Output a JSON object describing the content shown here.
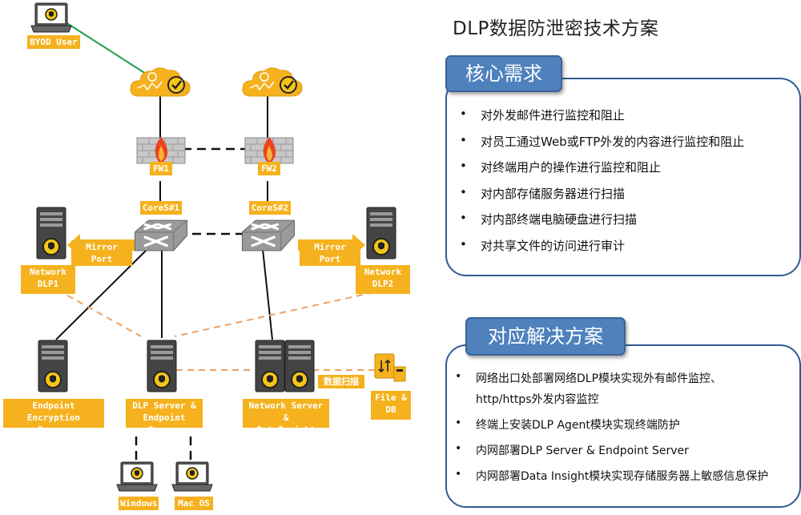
{
  "title": "DLP数据防泄密技术方案",
  "nodes": {
    "byod": "BYOD User",
    "fw1": "FW1",
    "fw2": "FW2",
    "cores1": "CoreS#1",
    "cores2": "CoreS#2",
    "mirror1": "Mirror Port",
    "mirror2": "Mirror Port",
    "ndlp1_line1": "Network",
    "ndlp1_line2": "DLP1",
    "ndlp2_line1": "Network",
    "ndlp2_line2": "DLP2",
    "endpoint_enc_line1": "Endpoint Encryption",
    "endpoint_enc_line2": "Server",
    "dlp_server_line1": "DLP Server &",
    "dlp_server_line2": "Endpoint Server",
    "ns_line1": "Network Server &",
    "ns_line2": "DataInsight",
    "scan": "数据扫描",
    "filedb_line1": "File &",
    "filedb_line2": "DB",
    "windows": "Windows",
    "macos": "Mac OS"
  },
  "core_needs": {
    "header": "核心需求",
    "items": [
      "对外发邮件进行监控和阻止",
      "对员工通过Web或FTP外发的内容进行监控和阻止",
      "对终端用户的操作进行监控和阻止",
      "对内部存储服务器进行扫描",
      "对内部终端电脑硬盘进行扫描",
      "对共享文件的访问进行审计"
    ]
  },
  "solutions": {
    "header": "对应解决方案",
    "items": [
      "网络出口处部署网络DLP模块实现外有邮件监控、",
      "终端上安装DLP Agent模块实现终端防护",
      "内网部署DLP Server & Endpoint Server",
      "内网部署Data Insight模块实现存储服务器上敏感信息保护"
    ],
    "item0_cont": "http/https外发内容监控"
  },
  "colors": {
    "accent": "#f5b21e",
    "panel_border": "#2e5c96",
    "tab_fill": "#4f81bd",
    "byod_link": "#1aa14a",
    "dashed": "#f0a060"
  }
}
